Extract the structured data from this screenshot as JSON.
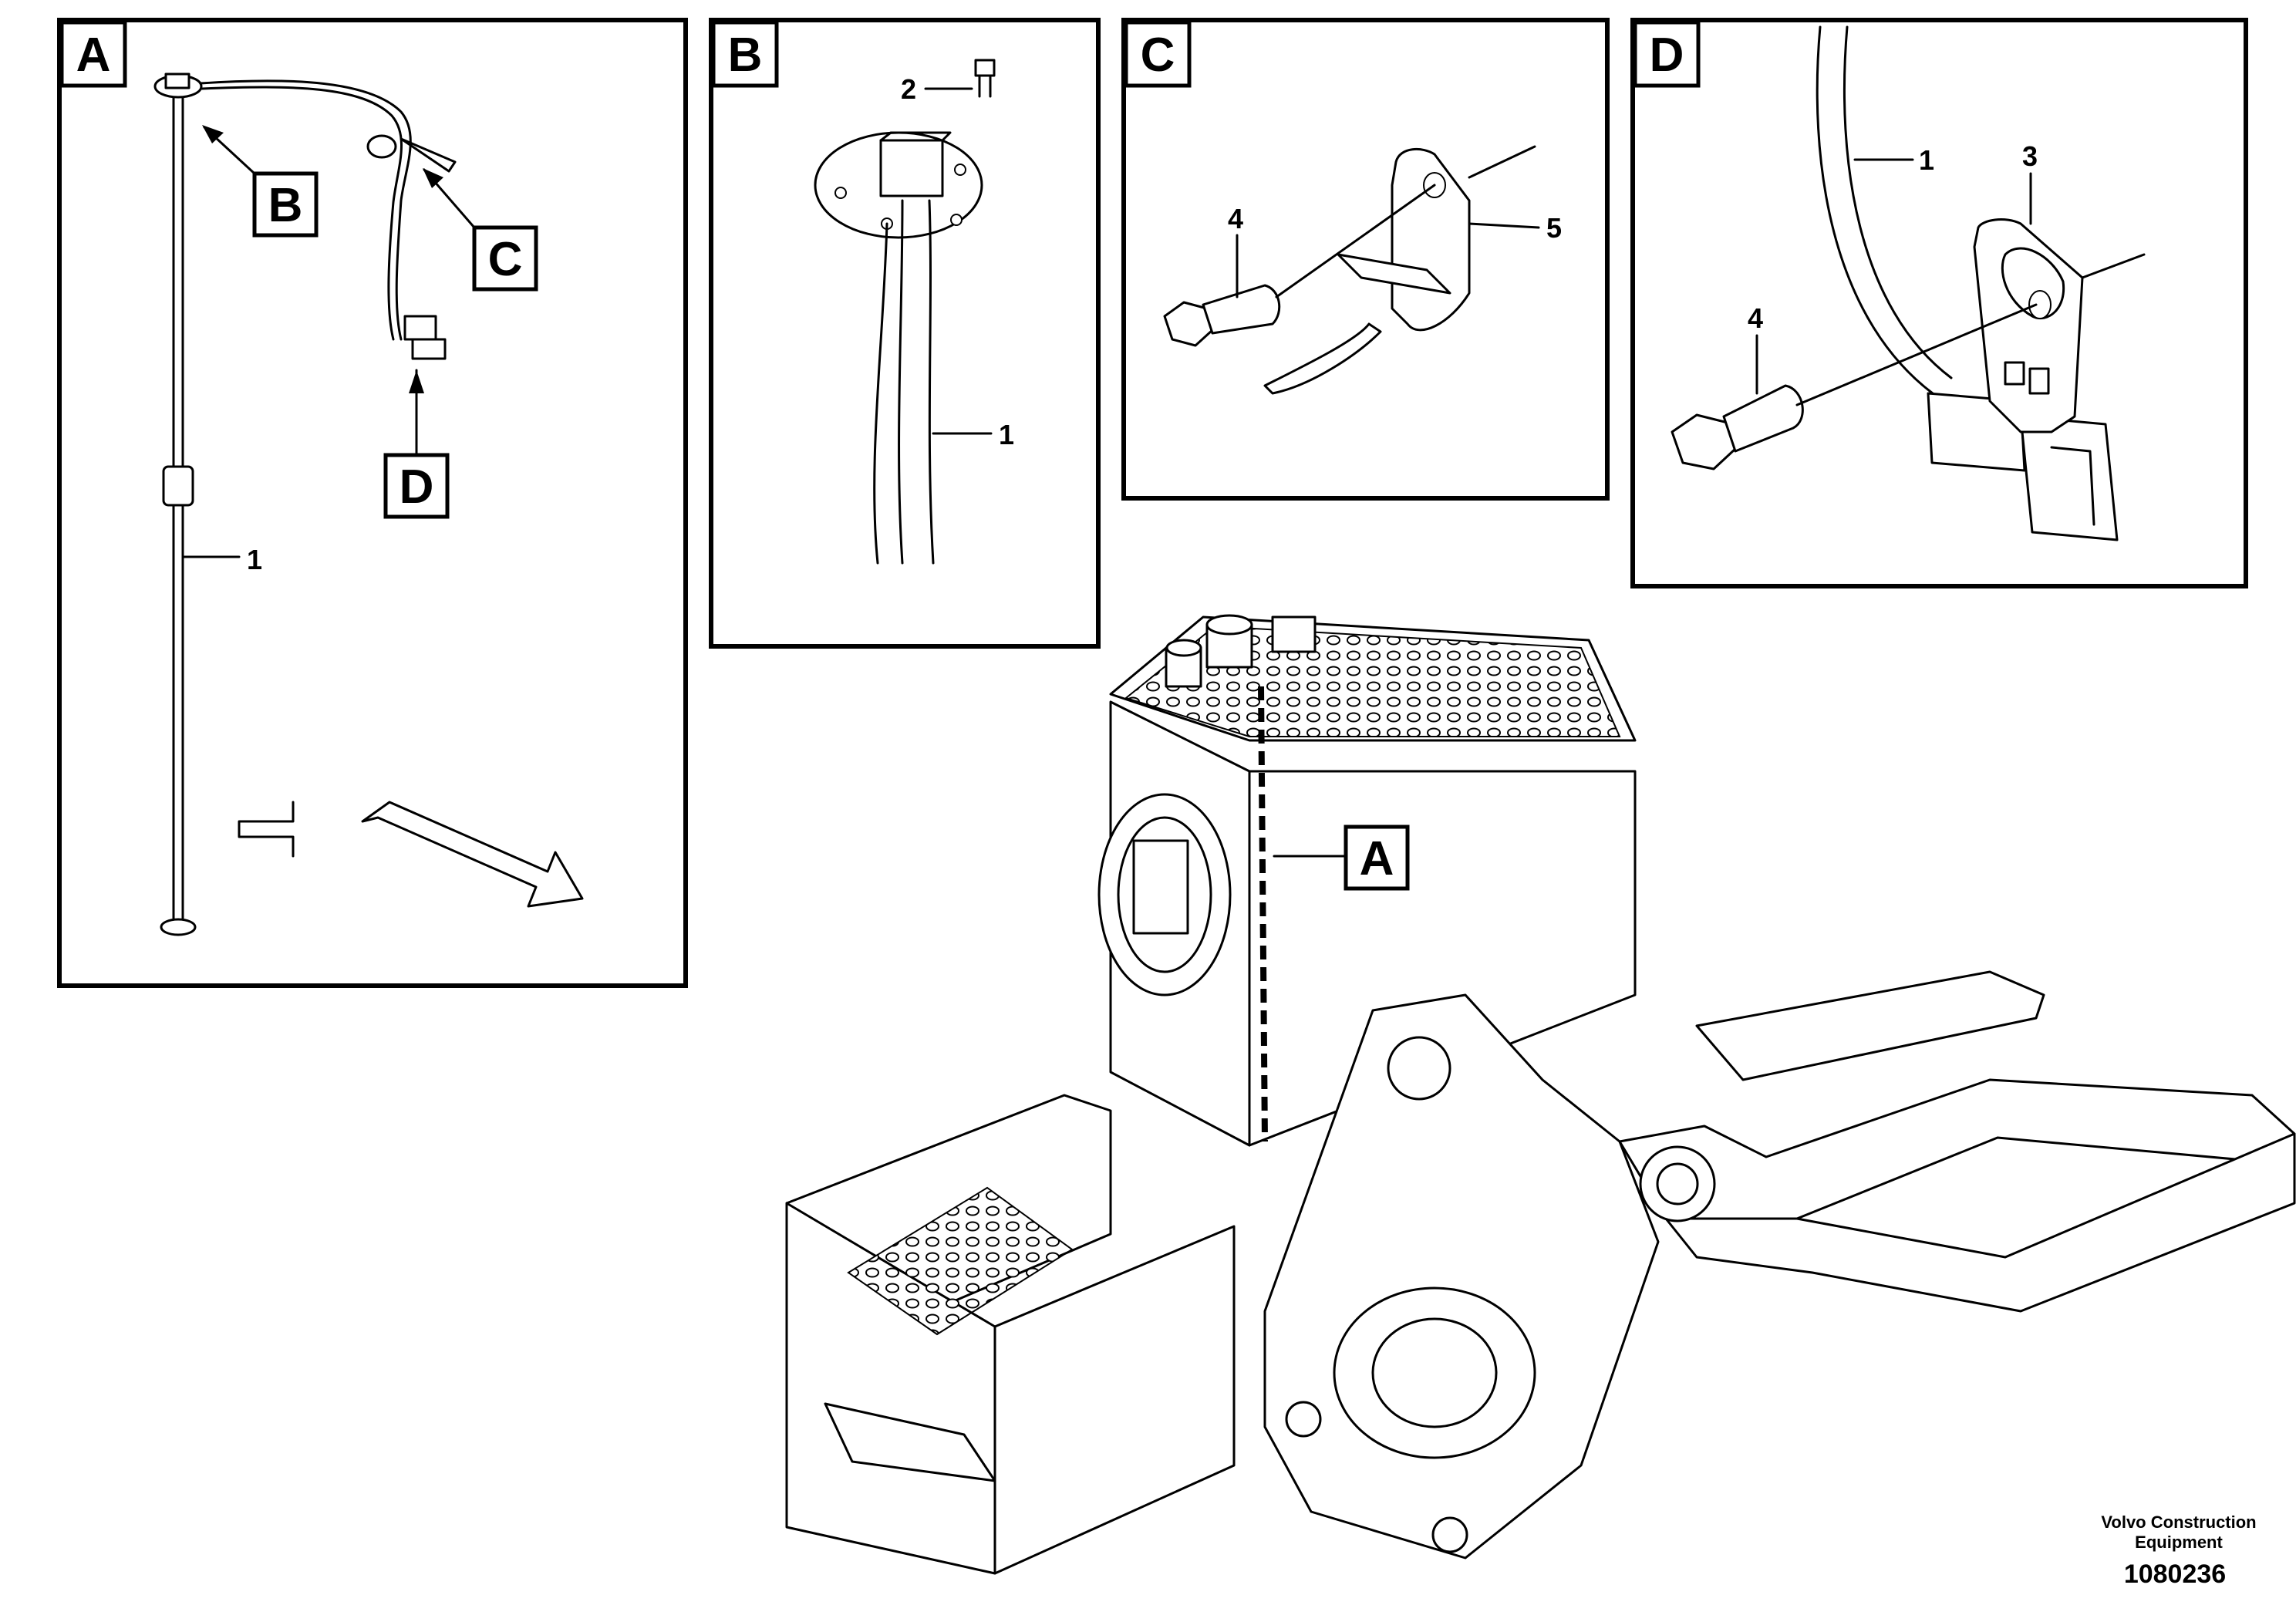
{
  "panels": [
    {
      "key": "A",
      "label": "A"
    },
    {
      "key": "B",
      "label": "B"
    },
    {
      "key": "C",
      "label": "C"
    },
    {
      "key": "D",
      "label": "D"
    }
  ],
  "detail_callouts": {
    "panel_a": {
      "b": "B",
      "c": "C",
      "d": "D",
      "part_1": "1"
    },
    "panel_b": {
      "part_1": "1",
      "part_2": "2"
    },
    "panel_c": {
      "part_4": "4",
      "part_5": "5"
    },
    "panel_d": {
      "part_1": "1",
      "part_3": "3",
      "part_4": "4"
    },
    "main_view": {
      "a": "A"
    }
  },
  "footer": {
    "company_line1": "Volvo Construction",
    "company_line2": "Equipment",
    "document_number": "1080236"
  }
}
